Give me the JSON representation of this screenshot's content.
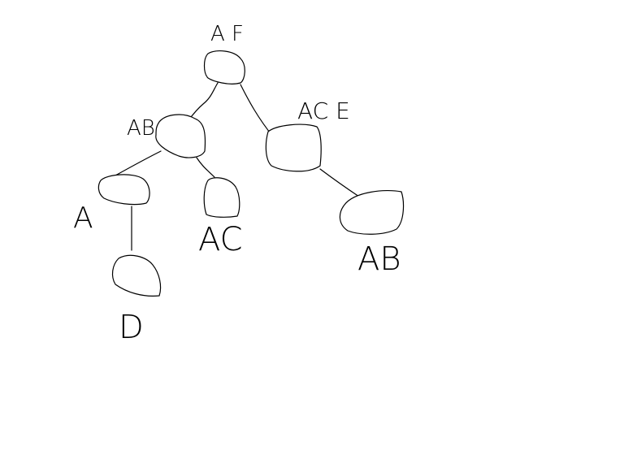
{
  "diagram": {
    "stroke_color": "#000000",
    "background_color": "#ffffff",
    "nodes": [
      {
        "id": "root",
        "label": "A F"
      },
      {
        "id": "ab",
        "label": "AB"
      },
      {
        "id": "ace",
        "label": "AC  E"
      },
      {
        "id": "a",
        "label": "A"
      },
      {
        "id": "ac",
        "label": "AC"
      },
      {
        "id": "ab_leaf",
        "label": "AB"
      },
      {
        "id": "d",
        "label": "D"
      }
    ],
    "edges": [
      {
        "from": "root",
        "to": "ab"
      },
      {
        "from": "root",
        "to": "ace"
      },
      {
        "from": "ab",
        "to": "a"
      },
      {
        "from": "ab",
        "to": "ac"
      },
      {
        "from": "ace",
        "to": "ab_leaf"
      },
      {
        "from": "a",
        "to": "d"
      }
    ]
  }
}
